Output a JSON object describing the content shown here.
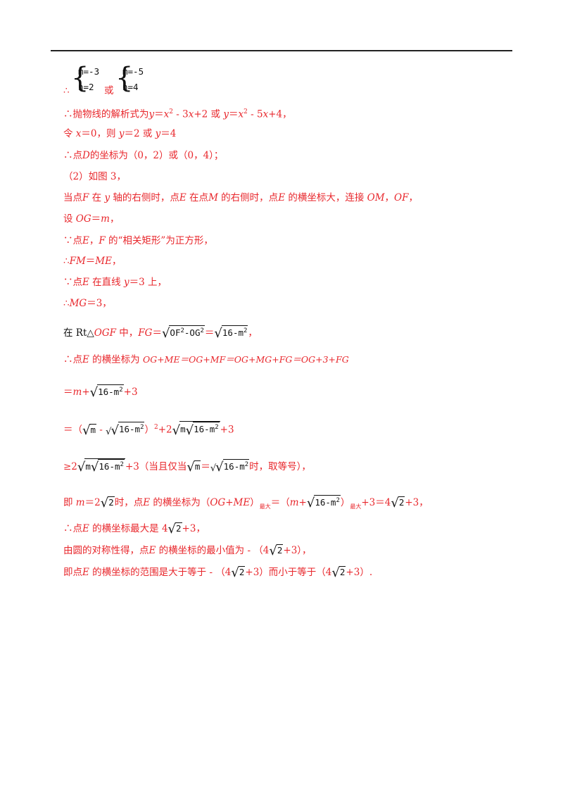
{
  "system1": {
    "r1": "m=-3",
    "r2": "n=2"
  },
  "system2": {
    "r1": "m=-5",
    "r2": "n=4"
  },
  "l1": {
    "therefore": "∴",
    "or": "或"
  },
  "l2": {
    "a": "∴抛物线的解析式为",
    "y1": "y",
    "eq1": "＝",
    "x1": "x",
    "p1": " - 3",
    "x1b": "x",
    "p1b": "+2 或 ",
    "y2": "y",
    "eq2": "＝",
    "x2": "x",
    "p2": " - 5",
    "x2b": "x",
    "p2b": "+4，"
  },
  "l3": {
    "a": "令 ",
    "x": "x",
    "b": "＝0，则 ",
    "y1": "y",
    "c": "＝2 或 ",
    "y2": "y",
    "d": "＝4"
  },
  "l4": {
    "a": "∴点",
    "D": "D",
    "b": "的坐标为（0，2）或（0，4）；"
  },
  "l5": {
    "a": "（2）如图 3，"
  },
  "l6": {
    "a": "当点",
    "F": "F",
    "b": " 在 ",
    "y": "y",
    "c": " 轴的右侧时，点",
    "E1": "E",
    "d": " 在点",
    "M": "M",
    "e": " 的右侧时，点",
    "E2": "E",
    "f": " 的横坐标大，连接 ",
    "OM": "OM",
    "g": "，",
    "OF": "OF",
    "h": "，"
  },
  "l7": {
    "a": "设 ",
    "OG": "OG",
    "b": "＝",
    "m": "m",
    "c": "，"
  },
  "l8": {
    "a": "∵点",
    "E": "E",
    "b": "，",
    "F": "F",
    "c": " 的“相关矩形”为正方形，"
  },
  "l9": {
    "a": "∴",
    "FM": "FM",
    "b": "＝",
    "ME": "ME",
    "c": "，"
  },
  "l10": {
    "a": "∵点",
    "E": "E",
    "b": " 在直线 ",
    "y": "y",
    "c": "＝3 上，"
  },
  "l11": {
    "a": "∴",
    "MG": "MG",
    "b": "＝3，"
  },
  "l12": {
    "a": "在 Rt△",
    "OGF": "OGF",
    "b": " 中，",
    "FG": "FG",
    "c": "＝",
    "rad1": "OF",
    "rad1b": "-OG",
    "d": "＝",
    "rad2": "16-m",
    "e": "，"
  },
  "l13": {
    "a": "∴点",
    "E": "E",
    "b": " 的横坐标为 ",
    "expr": "OG+ME＝OG+MF＝OG+MG+FG＝OG+3+FG"
  },
  "l14": {
    "a": "＝",
    "m": "m",
    "b": "+",
    "rad": "16-m",
    "c": "+3"
  },
  "l15": {
    "a": "＝（",
    "r1": "m",
    "b": " - ",
    "r2": "16-m",
    "c": "）",
    "d": "+2",
    "r3a": "m",
    "r3b": "16-m",
    "e": "+3"
  },
  "l16": {
    "a": "≥2",
    "r1a": "m",
    "r1b": "16-m",
    "b": "+3（当且仅当",
    "r2": "m",
    "c": "＝",
    "r3": "16-m",
    "d": "时，取等号），"
  },
  "l17": {
    "a": "即 ",
    "m": "m",
    "b": "＝2",
    "r1": "2",
    "c": "时，点",
    "E": "E",
    "d": " 的横坐标为（",
    "expr": "OG+ME",
    "e": "）",
    "sub1": "最大",
    "f": "＝（",
    "m2": "m",
    "g": "+",
    "r2": "16-m",
    "h": "）",
    "sub2": "最大",
    "i": "+3＝4",
    "r3": "2",
    "j": "+3，"
  },
  "l18": {
    "a": "∴点",
    "E": "E",
    "b": " 的横坐标最大是 4",
    "r": "2",
    "c": "+3，"
  },
  "l19": {
    "a": "由圆的对称性得，点",
    "E": "E",
    "b": " 的横坐标的最小值为 - （4",
    "r": "2",
    "c": "+3），"
  },
  "l20": {
    "a": "即点",
    "E": "E",
    "b": " 的横坐标的范围是大于等于 - （4",
    "r1": "2",
    "c": "+3）而小于等于（4",
    "r2": "2",
    "d": "+3）."
  }
}
